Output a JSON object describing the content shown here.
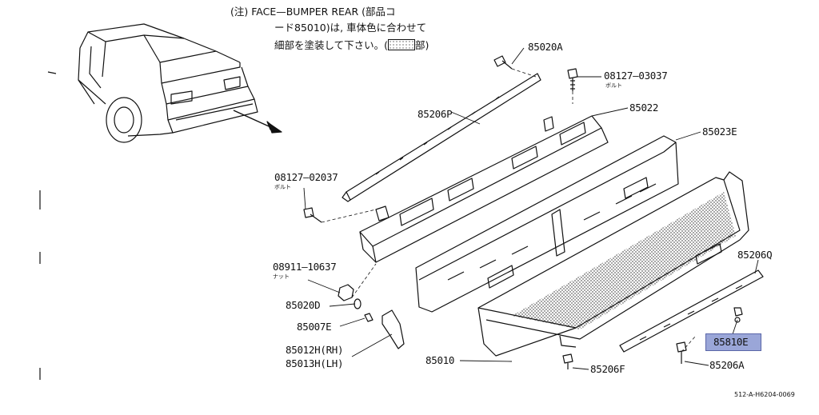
{
  "note": {
    "line1": "(注) FACE—BUMPER REAR (部品コ",
    "line2": "ード85010)は, 車体色に合わせて",
    "line3": "細部を塗装して下さい。(",
    "line3_suffix": "部)"
  },
  "parts": {
    "p85020A": "85020A",
    "p08127_03037": "08127—03037",
    "bolt_label": "ボルト",
    "p85206P": "85206P",
    "p85022": "85022",
    "p85023E": "85023E",
    "p08127_02037": "08127—02037",
    "p08911_10637": "08911—10637",
    "nut_label": "ナット",
    "p85020D": "85020D",
    "p85007E": "85007E",
    "p85012H": "85012H(RH)",
    "p85013H": "85013H(LH)",
    "p85010": "85010",
    "p85206F": "85206F",
    "p85206Q": "85206Q",
    "p85810E": "85810E",
    "p85206A": "85206A"
  },
  "figure_id": "512-A-H6204-0069",
  "highlight_color": "#9aa6d8"
}
